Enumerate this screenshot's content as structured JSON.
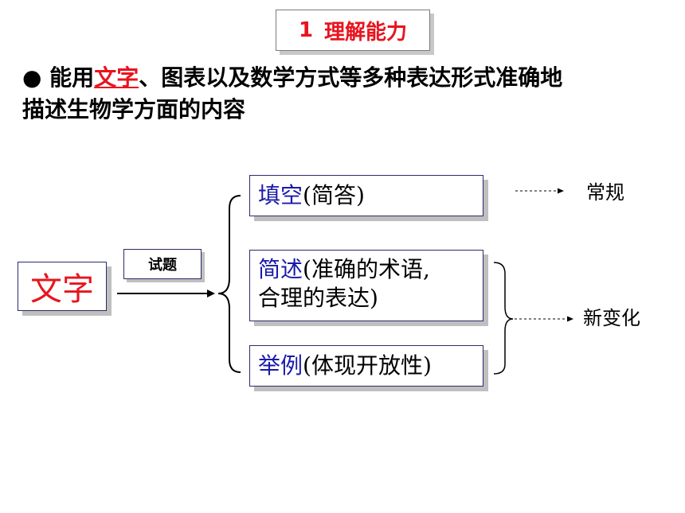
{
  "title": {
    "number": "1",
    "text": "理解能力"
  },
  "bullet": {
    "marker": "●",
    "before": " 能用",
    "highlight": "文字",
    "after_line1": "、图表以及数学方式等多种表达形式准确地",
    "line2": "描述生物学方面的内容"
  },
  "diagram": {
    "source": "文字",
    "arrow_label": "试题",
    "items": [
      {
        "keyword": "填空",
        "rest": "(简答)"
      },
      {
        "keyword": "简述",
        "rest": "(准确的术语,",
        "line2": "合理的表达)"
      },
      {
        "keyword": "举例",
        "rest": "(体现开放性)"
      }
    ],
    "outcome_top": "常规",
    "outcome_bottom": "新变化"
  }
}
